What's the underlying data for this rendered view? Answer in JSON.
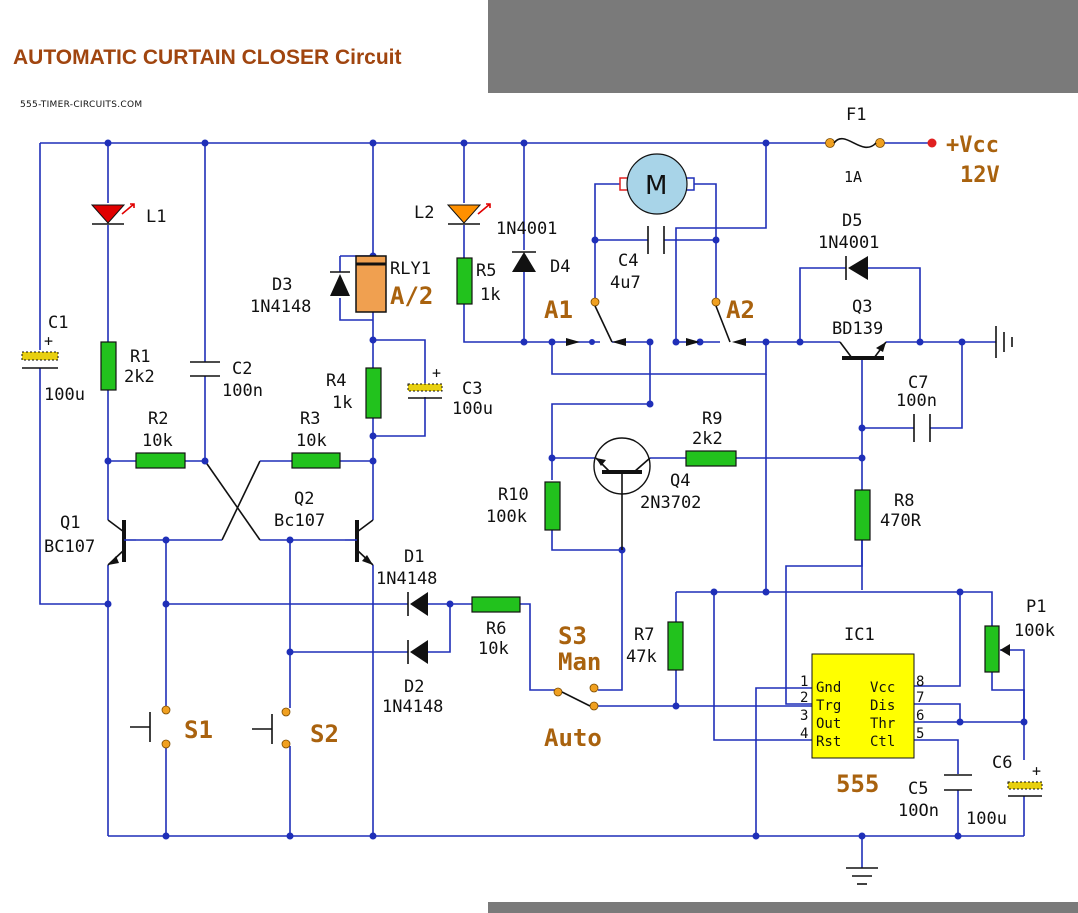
{
  "page": {
    "title": "AUTOMATIC CURTAIN CLOSER Circuit",
    "site": "555-TIMER-CIRCUITS.COM"
  },
  "colors": {
    "wire": "#1f2fb8",
    "resistor": "#22c21d",
    "title": "#a0450f",
    "accent_text": "#a9620e",
    "ic": "#ffff00",
    "relay": "#f0a050",
    "motor": "#a8d4e8",
    "led_red": "#e00000",
    "led_orange": "#ff9000",
    "bar": "#7a7a7a"
  },
  "labels": {
    "f1": "F1",
    "f1_val": "1A",
    "vcc": "+Vcc",
    "v12": "12V",
    "l1": "L1",
    "l2": "L2",
    "c1": "C1",
    "c1_val": "100u",
    "r1": "R1",
    "r1_val": "2k2",
    "c2": "C2",
    "c2_val": "100n",
    "r2": "R2",
    "r2_val": "10k",
    "r3": "R3",
    "r3_val": "10k",
    "q1": "Q1",
    "q1_val": "BC107",
    "q2": "Q2",
    "q2_val": "Bc107",
    "d3": "D3",
    "d3_val": "1N4148",
    "rly1": "RLY1",
    "rly_ab": "A/2",
    "r4": "R4",
    "r4_val": "1k",
    "c3": "C3",
    "c3_val": "100u",
    "r5": "R5",
    "r5_val": "1k",
    "d4_val": "1N4001",
    "d4": "D4",
    "motor": "M",
    "c4": "C4",
    "c4_val": "4u7",
    "a1": "A1",
    "a2": "A2",
    "d5": "D5",
    "d5_val": "1N4001",
    "q3": "Q3",
    "q3_val": "BD139",
    "c7": "C7",
    "c7_val": "100n",
    "r9": "R9",
    "r9_val": "2k2",
    "q4": "Q4",
    "q4_val": "2N3702",
    "r10": "R10",
    "r10_val": "100k",
    "r8": "R8",
    "r8_val": "470R",
    "d1": "D1",
    "d1_val": "1N4148",
    "d2": "D2",
    "d2_val": "1N4148",
    "r6": "R6",
    "r6_val": "10k",
    "s3": "S3",
    "man": "Man",
    "auto": "Auto",
    "r7": "R7",
    "r7_val": "47k",
    "ic1": "IC1",
    "p1": "P1",
    "p1_val": "100k",
    "s1": "S1",
    "s2": "S2",
    "ic_name": "555",
    "c5": "C5",
    "c5_val": "10On",
    "c6": "C6",
    "c6_val": "100u",
    "plus_c1": "+",
    "plus_c3": "+",
    "plus_c6": "+"
  },
  "ic_pins": {
    "p1": "1",
    "p2": "2",
    "p3": "3",
    "p4": "4",
    "p5": "5",
    "p6": "6",
    "p7": "7",
    "p8": "8",
    "gnd": "Gnd",
    "trg": "Trg",
    "out": "Out",
    "rst": "Rst",
    "vcc": "Vcc",
    "dis": "Dis",
    "thr": "Thr",
    "ctl": "Ctl"
  }
}
